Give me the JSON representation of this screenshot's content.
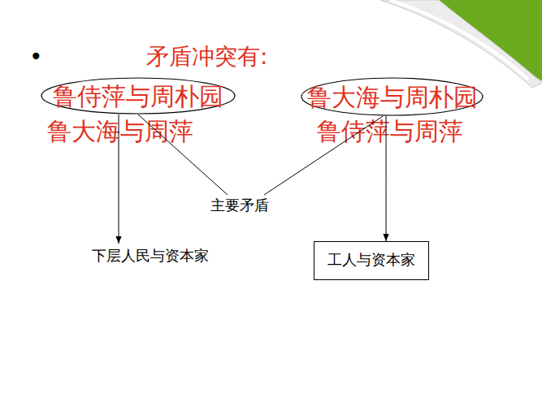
{
  "diagram": {
    "title": "矛盾冲突有:",
    "nodes": [
      {
        "text": [
          "鲁侍萍与周朴园"
        ]
      },
      {
        "text": [
          "鲁大海与周朴园"
        ]
      },
      {
        "text": [
          "主要矛盾"
        ]
      },
      {
        "text": [
          "下层人民与资本家"
        ]
      },
      {
        "text": [
          "工人与资本家"
        ]
      }
    ],
    "edges": [
      {
        "from": 0,
        "to": 2,
        "arrow": "none"
      },
      {
        "from": 1,
        "to": 2,
        "arrow": "none"
      },
      {
        "from": 0,
        "to": 3,
        "arrow": "to"
      },
      {
        "from": 1,
        "to": 4,
        "arrow": "to"
      }
    ],
    "labels": [
      "•",
      "鲁大海与周萍",
      "鲁侍萍与周萍"
    ]
  }
}
